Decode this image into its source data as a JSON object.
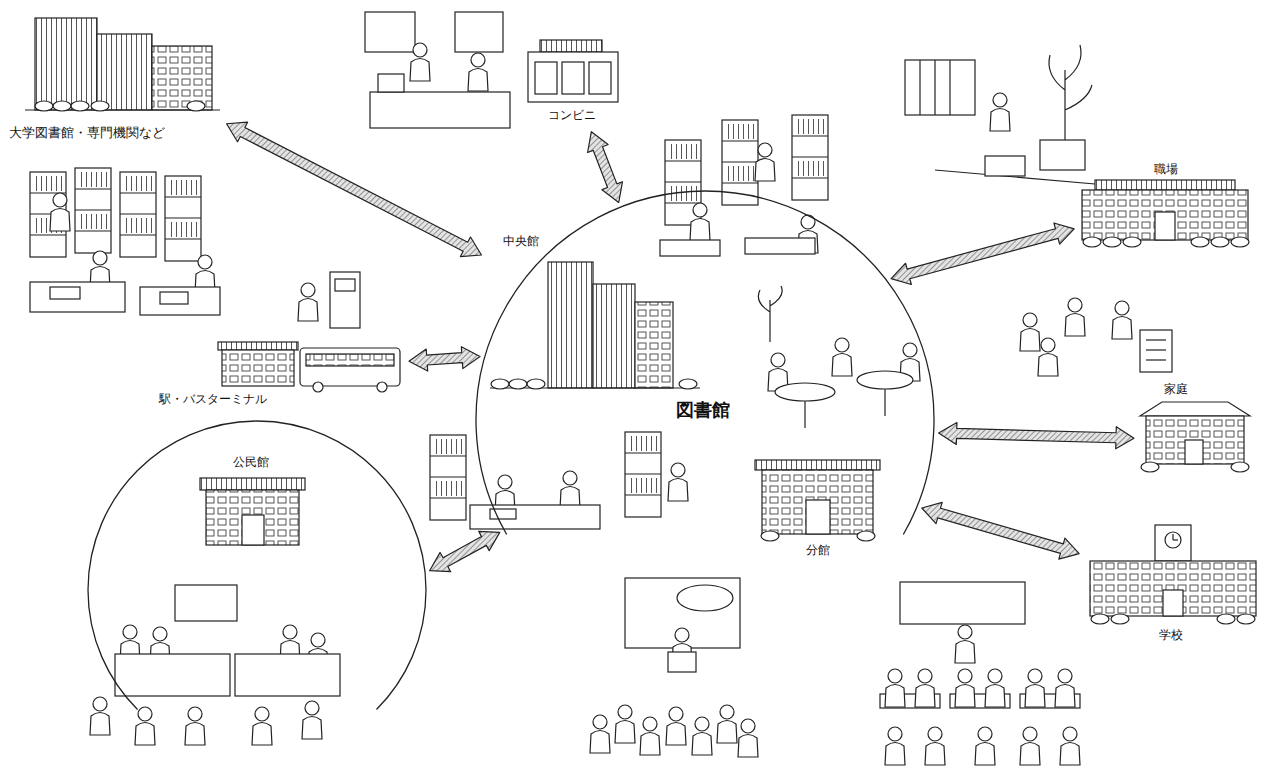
{
  "diagram": {
    "nodes": [
      {
        "text": [
          "大学図書館・専門機関など"
        ]
      },
      {
        "text": [
          "コンビニ"
        ]
      },
      {
        "text": [
          "職場"
        ]
      },
      {
        "text": [
          "図書館"
        ]
      },
      {
        "text": [
          "中央館"
        ],
        "in": 3
      },
      {
        "text": [
          "分館"
        ],
        "in": 3
      },
      {
        "text": [
          "駅・バスターミナル"
        ]
      },
      {
        "text": [
          "家庭"
        ]
      },
      {
        "text": [
          "公民館"
        ]
      },
      {
        "text": [
          "学校"
        ]
      }
    ],
    "edges": [
      {
        "from": 0,
        "to": 4,
        "arrow": "both"
      },
      {
        "from": 1,
        "to": 3,
        "arrow": "both"
      },
      {
        "from": 2,
        "to": 3,
        "arrow": "both"
      },
      {
        "from": 6,
        "to": 3,
        "arrow": "both"
      },
      {
        "from": 7,
        "to": 3,
        "arrow": "both"
      },
      {
        "from": 8,
        "to": 3,
        "arrow": "both"
      },
      {
        "from": 9,
        "to": 3,
        "arrow": "both"
      }
    ]
  }
}
